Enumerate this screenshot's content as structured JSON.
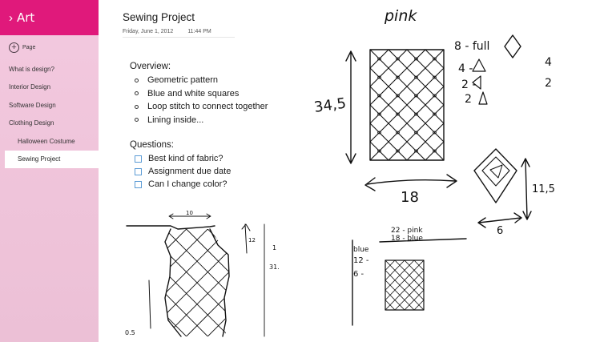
{
  "notebook": {
    "title": "Art"
  },
  "add_page_label": "Page",
  "nav": [
    {
      "label": "What is design?"
    },
    {
      "label": "Interior Design"
    },
    {
      "label": "Software Design"
    },
    {
      "label": "Clothing Design"
    },
    {
      "label": "Halloween Costume"
    },
    {
      "label": "Sewing Project"
    }
  ],
  "page": {
    "title": "Sewing Project",
    "date": "Friday, June 1, 2012",
    "time": "11:44 PM"
  },
  "overview": {
    "heading": "Overview:",
    "items": [
      "Geometric pattern",
      "Blue and white squares",
      "Loop stitch to connect together",
      "Lining inside..."
    ]
  },
  "questions": {
    "heading": "Questions:",
    "items": [
      "Best kind of fabric?",
      "Assignment due date",
      "Can I change color?"
    ]
  },
  "sketch_notes": {
    "pink": "pink",
    "height": "34,5",
    "width": "18",
    "c1": "8 - full",
    "c2": "4 - ",
    "c3": "2 - ",
    "c4": "2",
    "r1": "4",
    "r2": "2",
    "diamond_h": "11,5",
    "diamond_w": "6",
    "small1": "22 - pink",
    "small2": "18 - blue",
    "blue": "blue",
    "b1": "12 -",
    "b2": "6 -",
    "vest_w": "10",
    "vest_h1": "12",
    "vest_h2": "31.",
    "vest_b": "0.5",
    "one": "1"
  },
  "colors": {
    "accent": "#e0197b",
    "sidebar_bg": "#f3c9df",
    "checkbox": "#5b9bd5"
  }
}
